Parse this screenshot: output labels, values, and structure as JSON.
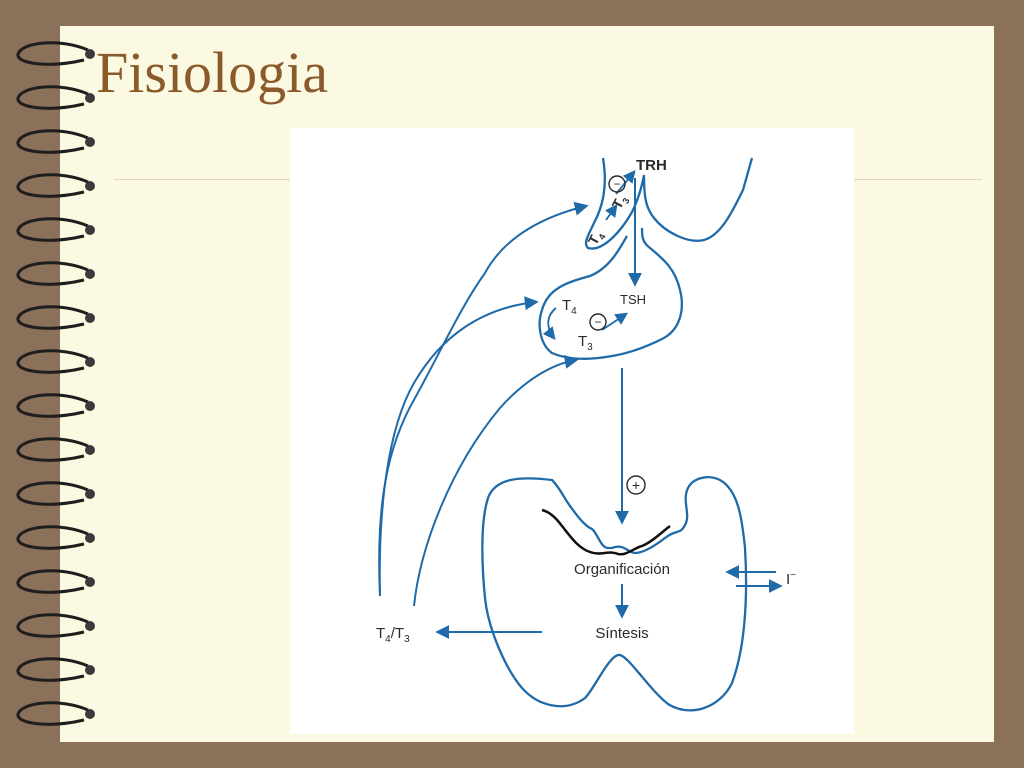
{
  "slide": {
    "title": "Fisiologia"
  },
  "diagram": {
    "labels": {
      "trh": "TRH",
      "tsh": "TSH",
      "t4_hypo": "T",
      "t4_hypo_sub": "4",
      "t3_hypo": "T",
      "t3_hypo_sub": "3",
      "t4_pit": "T",
      "t4_pit_sub": "4",
      "t3_pit": "T",
      "t3_pit_sub": "3",
      "minus": "−",
      "plus": "+",
      "organificacion": "Organificación",
      "sintesis": "Síntesis",
      "iodide": "I",
      "iodide_sup": "−",
      "output_t": "T",
      "output_sub4": "4",
      "output_slash": "/T",
      "output_sub3": "3"
    },
    "colors": {
      "stroke": "#1f6aa8",
      "text": "#2a2a2a",
      "page": "#fbf9e1",
      "frame": "#8b7159",
      "title": "#8b5a2b"
    }
  }
}
